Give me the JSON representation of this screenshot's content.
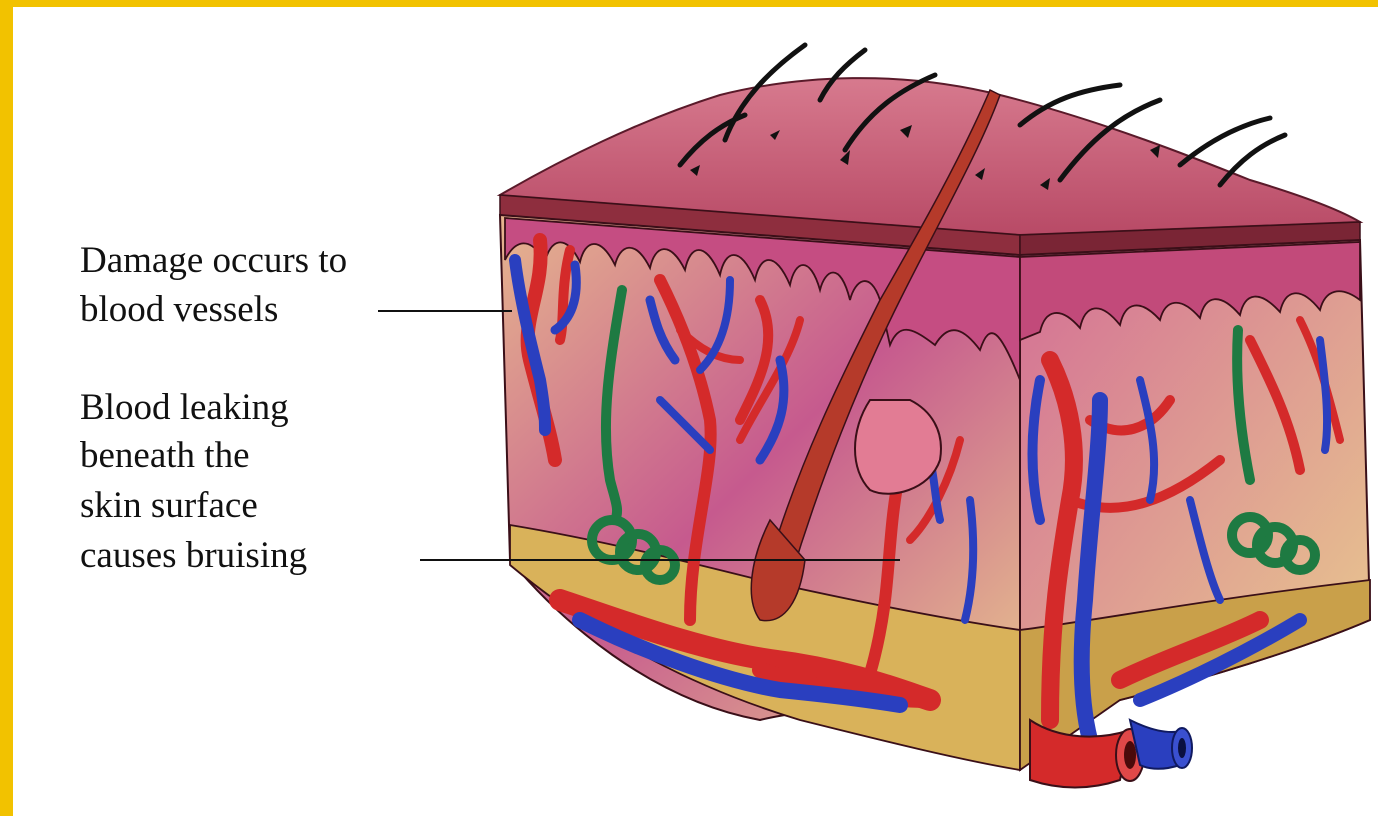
{
  "colors": {
    "frame": "#F2C200",
    "skin_surface": "#C8506A",
    "dermis": "#C55A8E",
    "subcutaneous_fat": "#E2C27A",
    "artery": "#D42A2A",
    "vein": "#2A3FBF",
    "sweat_gland": "#2E9A55",
    "hair": "#111111"
  },
  "labels": {
    "damage": {
      "line1": "Damage occurs to",
      "line2": "blood vessels"
    },
    "bruise": {
      "line1": "Blood leaking",
      "line2": "beneath the",
      "line3": "skin surface",
      "line4": "causes bruising"
    }
  }
}
